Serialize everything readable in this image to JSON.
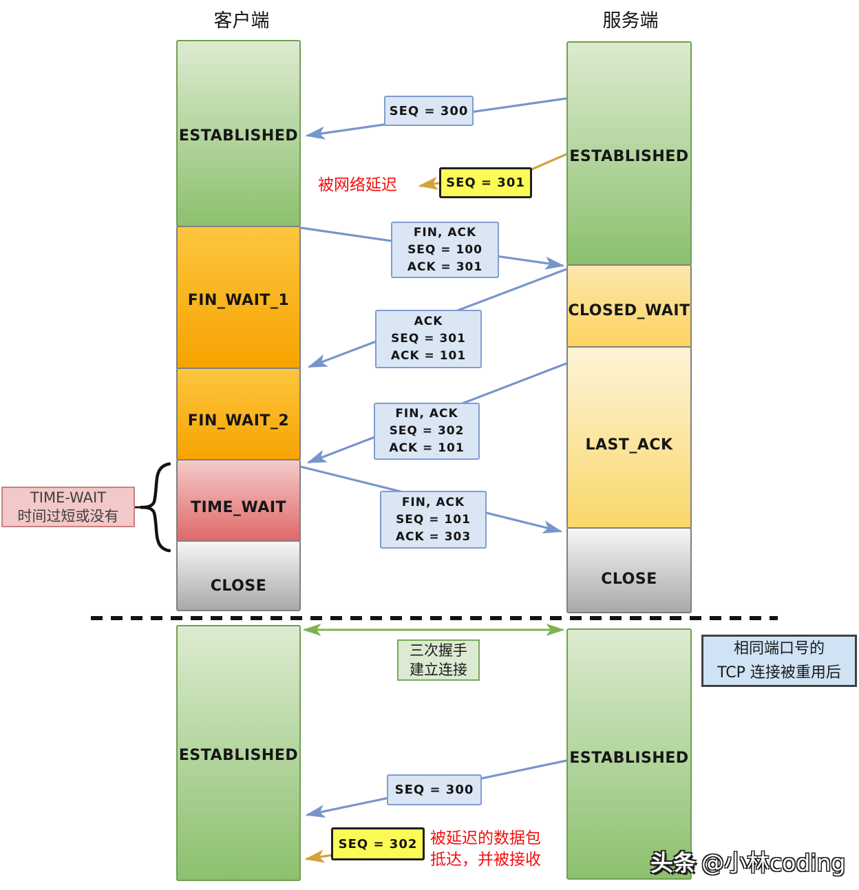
{
  "colors": {
    "arrow_blue": "#7695cc",
    "arrow_gold": "#d2a33c",
    "arrow_green": "#7cb450",
    "red_text": "#f50d0d",
    "grad_green_top": "#dcebd0",
    "grad_green_bot": "#8cc06e",
    "border_green": "#709e54",
    "border_warm": "#7f7f7f",
    "grad_orange_top": "#fdc63f",
    "grad_orange_bot": "#f7a300",
    "grad_camel_top": "#fce7ab",
    "grad_camel_bot": "#fdd35f",
    "grad_ly_top": "#fdf4d8",
    "grad_ly_bot": "#fad76a",
    "grad_red_top": "#f5caca",
    "grad_red_bot": "#df6868",
    "grad_gray_top": "#f6f6f6",
    "grad_gray_bot": "#a9a9a9",
    "blue_fill": "#dbe6f4",
    "blue_border": "#7f9ccf",
    "yellow_fill": "#fcfa55",
    "yellow_border": "#1f1f1f",
    "info_fill": "#cfe3f5",
    "info_border": "#3f3f3f",
    "hs_fill": "#dcead2",
    "hs_border": "#78a65a",
    "pink_fill": "#f3c8c8",
    "pink_border": "#c97f7f",
    "pink_text": "#3e3e3e"
  },
  "header": {
    "client": "客户端",
    "server": "服务端"
  },
  "client": {
    "states": {
      "established_top": "ESTABLISHED",
      "fin_wait_1": "FIN_WAIT_1",
      "fin_wait_2": "FIN_WAIT_2",
      "time_wait": "TIME_WAIT",
      "close": "CLOSE",
      "established_bottom": "ESTABLISHED"
    }
  },
  "server": {
    "states": {
      "established_top": "ESTABLISHED",
      "closed_wait": "CLOSED_WAIT",
      "last_ack": "LAST_ACK",
      "close": "CLOSE",
      "established_bottom": "ESTABLISHED"
    }
  },
  "messages": {
    "seq300_top": "SEQ = 300",
    "seq301_delayed": "SEQ = 301",
    "fin_ack_100": [
      "FIN, ACK",
      "SEQ = 100",
      "ACK = 301"
    ],
    "ack_301": [
      "ACK",
      "SEQ = 301",
      "ACK = 101"
    ],
    "fin_ack_302": [
      "FIN, ACK",
      "SEQ = 302",
      "ACK = 101"
    ],
    "fin_ack_101": [
      "FIN, ACK",
      "SEQ = 101",
      "ACK = 303"
    ],
    "seq300_bottom": "SEQ = 300",
    "seq302_delayed": "SEQ = 302"
  },
  "annotations": {
    "network_delayed": "被网络延迟",
    "time_wait_note": [
      "TIME-WAIT",
      "时间过短或没有"
    ],
    "handshake_note": [
      "三次握手",
      "建立连接"
    ],
    "reuse_note": [
      "相同端口号的",
      "TCP 连接被重用后"
    ],
    "delayed_arrival": [
      "被延迟的数据包",
      "抵达，并被接收"
    ],
    "watermark": {
      "brand": "头条",
      "handle": "@小林coding"
    }
  }
}
